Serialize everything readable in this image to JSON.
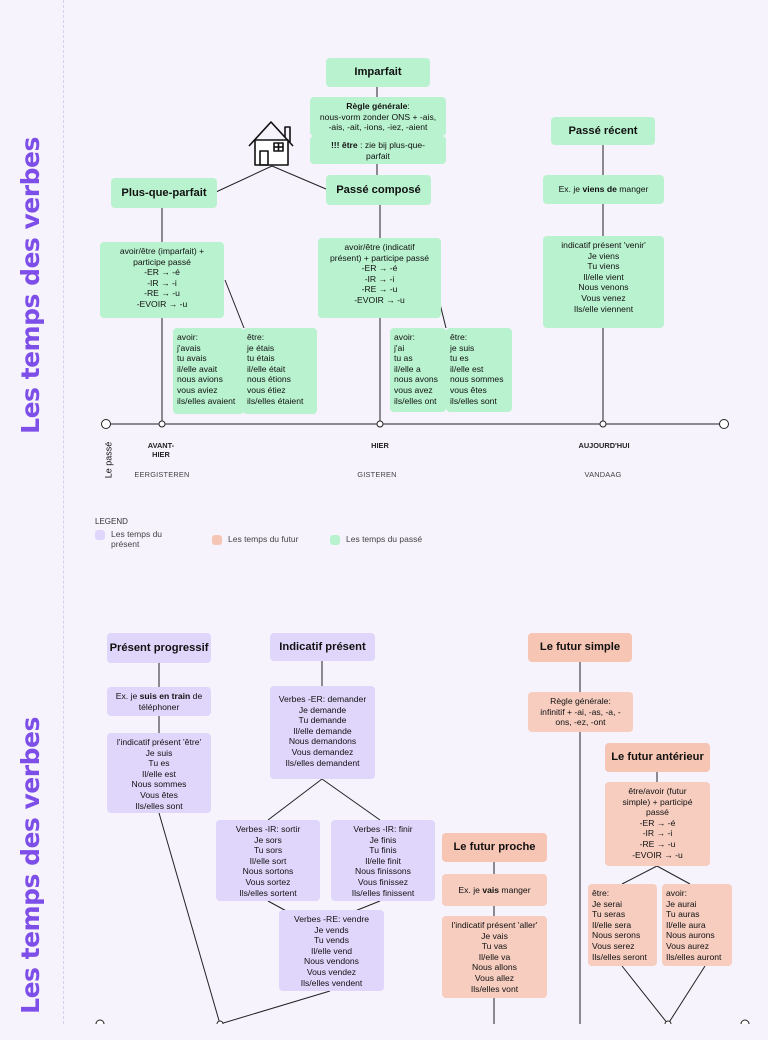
{
  "titles": {
    "top": "Les temps des verbes",
    "bottom": "Les temps des verbes"
  },
  "colors": {
    "passe": "#b9f2cf",
    "present": "#e0d6fb",
    "futur": "#f7c5b4",
    "title": "#7d4ee8",
    "bg": "#f6f3fd"
  },
  "timeline": {
    "start_label": "Le passé",
    "points": [
      {
        "name": "AVANT-HIER",
        "lines": [
          "AVANT-",
          "HIER"
        ],
        "translation": "EERGISTEREN"
      },
      {
        "name": "HIER",
        "lines": [
          "HIER"
        ],
        "translation": "GISTEREN"
      },
      {
        "name": "AUJOURD'HUI",
        "lines": [
          "AUJOURD'HUI"
        ],
        "translation": "VANDAAG"
      }
    ]
  },
  "icons": {
    "house": "house-icon"
  },
  "legend": {
    "title": "LEGEND",
    "items": [
      {
        "label": "Les temps du présent",
        "color": "#e0d6fb"
      },
      {
        "label": "Les temps du futur",
        "color": "#f7c5b4"
      },
      {
        "label": "Les temps du passé",
        "color": "#b9f2cf"
      }
    ]
  },
  "boxes": {
    "imparfait_title": {
      "title": "Imparfait"
    },
    "imparfait_rule": {
      "lines": [
        {
          "segs": [
            {
              "t": "Règle générale",
              "b": true
            },
            {
              "t": ":"
            }
          ]
        },
        {
          "segs": [
            {
              "t": "nous-vorm zonder ONS + -ais,"
            }
          ]
        },
        {
          "segs": [
            {
              "t": "-ais, -ait, -ions, -iez, -aient"
            }
          ]
        }
      ]
    },
    "imparfait_etre": {
      "lines": [
        {
          "segs": [
            {
              "t": "!!! être",
              "b": true
            },
            {
              "t": " : zie bij plus-que-"
            }
          ]
        },
        {
          "segs": [
            {
              "t": "parfait"
            }
          ]
        }
      ]
    },
    "plus_que_parfait_title": {
      "title": "Plus-que-parfait"
    },
    "plus_que_parfait_rule": {
      "lines": [
        {
          "segs": [
            {
              "t": "avoir/être (imparfait) +"
            }
          ]
        },
        {
          "segs": [
            {
              "t": "participe passé"
            }
          ]
        },
        {
          "segs": [
            {
              "t": "-ER → -é"
            }
          ]
        },
        {
          "segs": [
            {
              "t": "-IR → -i"
            }
          ]
        },
        {
          "segs": [
            {
              "t": "-RE → -u"
            }
          ]
        },
        {
          "segs": [
            {
              "t": "-EVOIR → -u"
            }
          ]
        }
      ]
    },
    "pqp_avoir": {
      "lines": [
        "avoir:",
        "j'avais",
        "tu avais",
        "il/elle avait",
        "nous avions",
        "vous aviez",
        "ils/elles avaient"
      ]
    },
    "pqp_etre": {
      "lines": [
        "être:",
        "je étais",
        "tu étais",
        "il/elle était",
        "nous étions",
        "vous étiez",
        "ils/elles étaient"
      ]
    },
    "passe_compose_title": {
      "title": "Passé composé"
    },
    "passe_compose_rule": {
      "lines": [
        {
          "segs": [
            {
              "t": "avoir/être (indicatif"
            }
          ]
        },
        {
          "segs": [
            {
              "t": "présent) + participe passé"
            }
          ]
        },
        {
          "segs": [
            {
              "t": "-ER → -é"
            }
          ]
        },
        {
          "segs": [
            {
              "t": "-IR → -i"
            }
          ]
        },
        {
          "segs": [
            {
              "t": "-RE → -u"
            }
          ]
        },
        {
          "segs": [
            {
              "t": "-EVOIR → -u"
            }
          ]
        }
      ]
    },
    "pc_avoir": {
      "lines": [
        "avoir:",
        "j'ai",
        "tu as",
        "il/elle a",
        "nous avons",
        "vous avez",
        "ils/elles ont"
      ]
    },
    "pc_etre": {
      "lines": [
        "être:",
        "je suis",
        "tu es",
        "il/elle est",
        "nous sommes",
        "vous êtes",
        "ils/elles sont"
      ]
    },
    "passe_recent_title": {
      "title": "Passé récent"
    },
    "passe_recent_example": {
      "lines": [
        {
          "segs": [
            {
              "t": "Ex. je "
            },
            {
              "t": "viens de",
              "b": true
            },
            {
              "t": " manger"
            }
          ]
        }
      ]
    },
    "passe_recent_venir": {
      "lines": [
        {
          "segs": [
            {
              "t": "indicatif présent 'venir'"
            }
          ]
        },
        {
          "segs": [
            {
              "t": " "
            }
          ]
        },
        {
          "segs": [
            {
              "t": "Je viens"
            }
          ]
        },
        {
          "segs": [
            {
              "t": "Tu viens"
            }
          ]
        },
        {
          "segs": [
            {
              "t": "Il/elle vient"
            }
          ]
        },
        {
          "segs": [
            {
              "t": "Nous venons"
            }
          ]
        },
        {
          "segs": [
            {
              "t": "Vous venez"
            }
          ]
        },
        {
          "segs": [
            {
              "t": "Ils/elle viennent"
            }
          ]
        }
      ]
    },
    "present_progressif_title": {
      "title": "Présent progressif"
    },
    "present_progressif_example": {
      "lines": [
        {
          "segs": [
            {
              "t": "Ex. je "
            },
            {
              "t": "suis en train",
              "b": true
            },
            {
              "t": " de"
            }
          ]
        },
        {
          "segs": [
            {
              "t": "téléphoner"
            }
          ]
        }
      ]
    },
    "present_progressif_etre": {
      "lines": [
        {
          "segs": [
            {
              "t": "l'indicatif présent 'être'"
            }
          ]
        },
        {
          "segs": [
            {
              "t": "Je suis"
            }
          ]
        },
        {
          "segs": [
            {
              "t": "Tu es"
            }
          ]
        },
        {
          "segs": [
            {
              "t": "Il/elle est"
            }
          ]
        },
        {
          "segs": [
            {
              "t": "Nous sommes"
            }
          ]
        },
        {
          "segs": [
            {
              "t": "Vous êtes"
            }
          ]
        },
        {
          "segs": [
            {
              "t": "Ils/elles sont"
            }
          ]
        }
      ]
    },
    "indicatif_present_title": {
      "title": "Indicatif présent"
    },
    "ip_er": {
      "lines": [
        "Verbes -ER: demander",
        "Je demande",
        "Tu demande",
        "Il/elle demande",
        "Nous demandons",
        "Vous demandez",
        "Ils/elles demandent"
      ]
    },
    "ip_ir": {
      "lines": [
        "Verbes -IR: sortir",
        "Je sors",
        "Tu sors",
        "Il/elle sort",
        "Nous sortons",
        "Vous sortez",
        "Ils/elles sortent"
      ]
    },
    "ip_ir2": {
      "lines": [
        "Verbes -IR: finir",
        "Je finis",
        "Tu finis",
        "Il/elle finit",
        "Nous finissons",
        "Vous finissez",
        "Ils/elles finissent"
      ]
    },
    "ip_re": {
      "lines": [
        "Verbes -RE: vendre",
        "Je vends",
        "Tu vends",
        "Il/elle vend",
        "Nous vendons",
        "Vous vendez",
        "Ils/elles vendent"
      ]
    },
    "futur_simple_title": {
      "title": "Le futur simple"
    },
    "futur_simple_rule": {
      "lines": [
        {
          "segs": [
            {
              "t": "Règle générale:"
            }
          ]
        },
        {
          "segs": [
            {
              "t": "infinitif + -ai, -as, -a, -"
            }
          ]
        },
        {
          "segs": [
            {
              "t": "ons, -ez, -ont"
            }
          ]
        }
      ]
    },
    "futur_anterieur_title": {
      "title": "Le futur antérieur"
    },
    "futur_anterieur_rule": {
      "lines": [
        {
          "segs": [
            {
              "t": "être/avoir (futur"
            }
          ]
        },
        {
          "segs": [
            {
              "t": "simple) + participé"
            }
          ]
        },
        {
          "segs": [
            {
              "t": "passé"
            }
          ]
        },
        {
          "segs": [
            {
              "t": "-ER → -é"
            }
          ]
        },
        {
          "segs": [
            {
              "t": "-IR → -i"
            }
          ]
        },
        {
          "segs": [
            {
              "t": "-RE → -u"
            }
          ]
        },
        {
          "segs": [
            {
              "t": "-EVOIR → -u"
            }
          ]
        }
      ]
    },
    "fa_etre": {
      "lines": [
        "être:",
        "Je serai",
        "Tu seras",
        "Il/elle sera",
        "Nous serons",
        "Vous serez",
        "Ils/elles seront"
      ]
    },
    "fa_avoir": {
      "lines": [
        "avoir:",
        "Je aurai",
        "Tu auras",
        "Il/elle aura",
        "Nous aurons",
        "Vous aurez",
        "Ils/elles auront"
      ]
    },
    "futur_proche_title": {
      "title": "Le futur proche"
    },
    "futur_proche_example": {
      "lines": [
        {
          "segs": [
            {
              "t": "Ex. je "
            },
            {
              "t": "vais",
              "b": true
            },
            {
              "t": " manger"
            }
          ]
        }
      ]
    },
    "futur_proche_aller": {
      "lines": [
        {
          "segs": [
            {
              "t": "l'indicatif présent 'aller'"
            }
          ]
        },
        {
          "segs": [
            {
              "t": "Je vais"
            }
          ]
        },
        {
          "segs": [
            {
              "t": "Tu vas"
            }
          ]
        },
        {
          "segs": [
            {
              "t": "Il/elle va"
            }
          ]
        },
        {
          "segs": [
            {
              "t": "Nous allons"
            }
          ]
        },
        {
          "segs": [
            {
              "t": "Vous allez"
            }
          ]
        },
        {
          "segs": [
            {
              "t": "Ils/elles vont"
            }
          ]
        }
      ]
    }
  }
}
